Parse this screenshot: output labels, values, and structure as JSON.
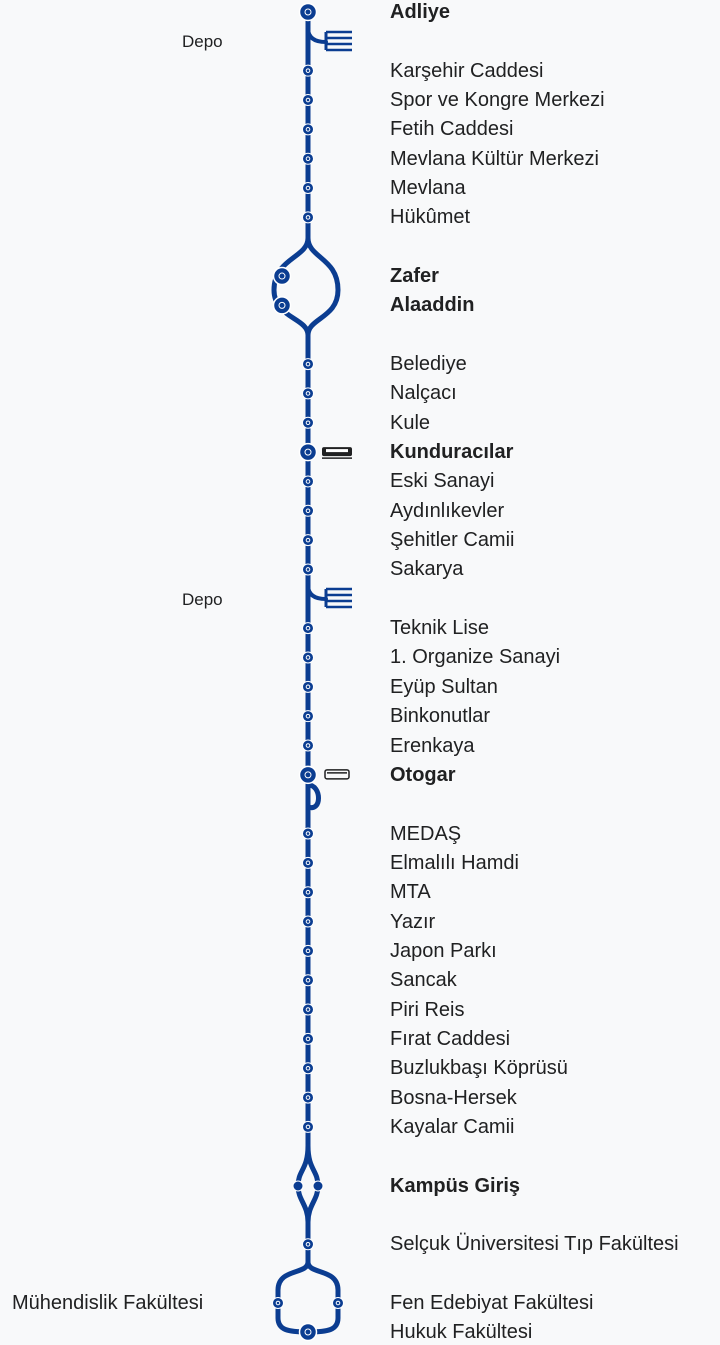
{
  "line_color": "#0b3d91",
  "depot_label": "Depo",
  "side_station": "Mühendislik Fakültesi",
  "stations": [
    {
      "name": "Adliye",
      "major": true
    },
    {
      "name": "Karşehir Caddesi",
      "major": false
    },
    {
      "name": "Spor ve Kongre Merkezi",
      "major": false
    },
    {
      "name": "Fetih Caddesi",
      "major": false
    },
    {
      "name": "Mevlana Kültür Merkezi",
      "major": false
    },
    {
      "name": "Mevlana",
      "major": false
    },
    {
      "name": "Hükûmet",
      "major": false
    },
    {
      "name": "Zafer",
      "major": true
    },
    {
      "name": "Alaaddin",
      "major": true
    },
    {
      "name": "Belediye",
      "major": false
    },
    {
      "name": "Nalçacı",
      "major": false
    },
    {
      "name": "Kule",
      "major": false
    },
    {
      "name": "Kunduracılar",
      "major": true
    },
    {
      "name": "Eski Sanayi",
      "major": false
    },
    {
      "name": "Aydınlıkevler",
      "major": false
    },
    {
      "name": "Şehitler Camii",
      "major": false
    },
    {
      "name": "Sakarya",
      "major": false
    },
    {
      "name": "Teknik Lise",
      "major": false
    },
    {
      "name": "1. Organize Sanayi",
      "major": false
    },
    {
      "name": "Eyüp Sultan",
      "major": false
    },
    {
      "name": "Binkonutlar",
      "major": false
    },
    {
      "name": "Erenkaya",
      "major": false
    },
    {
      "name": "Otogar",
      "major": true
    },
    {
      "name": "MEDAŞ",
      "major": false
    },
    {
      "name": "Elmalılı Hamdi",
      "major": false
    },
    {
      "name": "MTA",
      "major": false
    },
    {
      "name": "Yazır",
      "major": false
    },
    {
      "name": "Japon Parkı",
      "major": false
    },
    {
      "name": "Sancak",
      "major": false
    },
    {
      "name": "Piri Reis",
      "major": false
    },
    {
      "name": "Fırat Caddesi",
      "major": false
    },
    {
      "name": "Buzlukbaşı Köprüsü",
      "major": false
    },
    {
      "name": "Bosna-Hersek",
      "major": false
    },
    {
      "name": "Kayalar Camii",
      "major": false
    },
    {
      "name": "Kampüs Giriş",
      "major": true
    },
    {
      "name": "Selçuk Üniversitesi Tıp Fakültesi",
      "major": false
    },
    {
      "name": "Fen Edebiyat Fakültesi",
      "major": false
    },
    {
      "name": "Hukuk Fakültesi",
      "major": false
    }
  ]
}
